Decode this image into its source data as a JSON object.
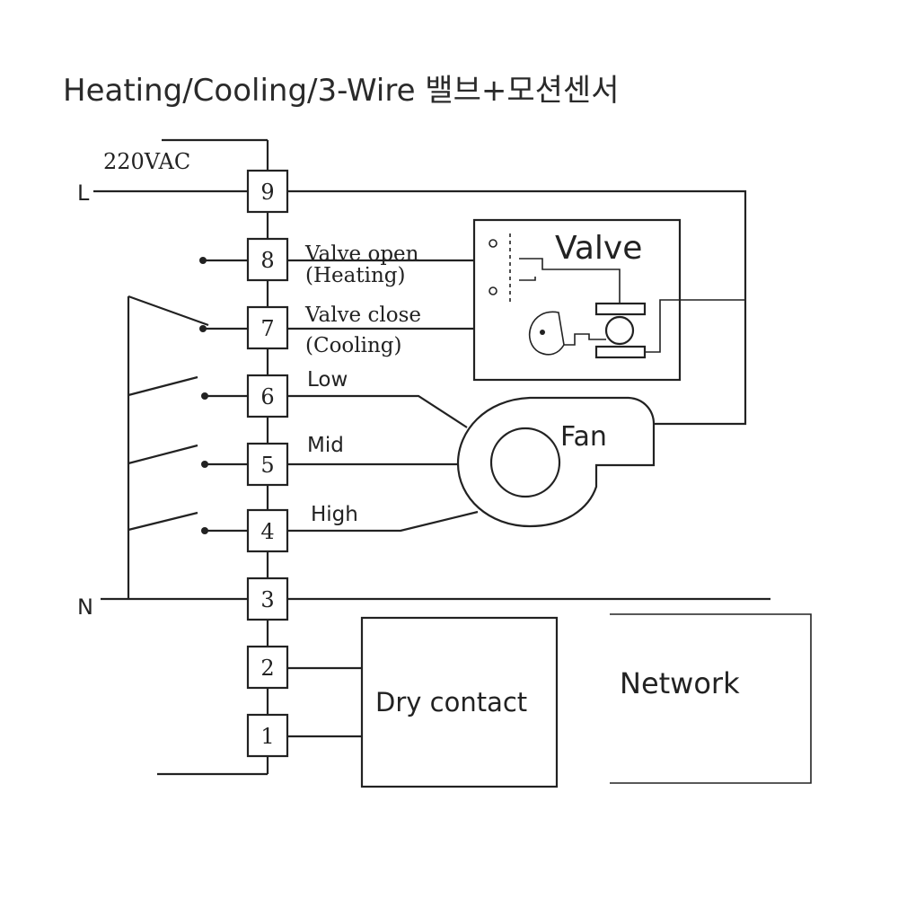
{
  "title": "Heating/Cooling/3-Wire  밸브+모션센서",
  "supply": {
    "voltage": "220VAC",
    "line": "L",
    "neutral": "N"
  },
  "terminals": [
    "9",
    "8",
    "7",
    "6",
    "5",
    "4",
    "3",
    "2",
    "1"
  ],
  "labels": {
    "valve_open": "Valve open",
    "heating": "(Heating)",
    "valve_close": "Valve close",
    "cooling": "(Cooling)",
    "low": "Low",
    "mid": "Mid",
    "high": "High"
  },
  "components": {
    "valve": "Valve",
    "fan": "Fan",
    "dry_contact": "Dry contact",
    "network": "Network"
  },
  "colors": {
    "stroke": "#222222",
    "background": "#ffffff"
  }
}
